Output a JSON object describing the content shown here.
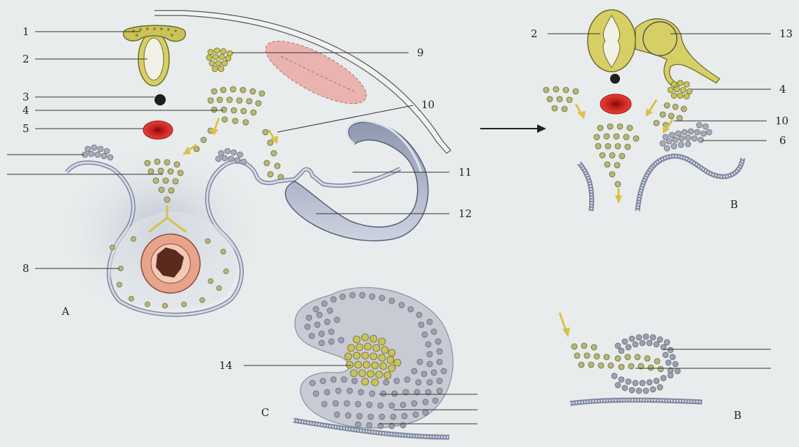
{
  "labels": {
    "l1": "1",
    "l2a": "2",
    "l3": "3",
    "l4a": "4",
    "l5": "5",
    "l8": "8",
    "l9": "9",
    "l10a": "10",
    "l11": "11",
    "l12": "12",
    "l2b": "2",
    "l13": "13",
    "l4b": "4",
    "l10b": "10",
    "l6": "6",
    "l14": "14"
  },
  "panels": {
    "a": "A",
    "b_top": "B",
    "b_bottom": "B",
    "c": "C"
  },
  "colors": {
    "background": "#e9ecec",
    "cell_yellow": "#c9c35a",
    "cell_outline": "#6d6b2e",
    "tube_blue": "#a9b2c7",
    "blood_red": "#c8201c",
    "gut_pink": "#e8a48a",
    "somite_pink": "#e9b3b0",
    "arrow_yellow": "#d9c24a"
  }
}
